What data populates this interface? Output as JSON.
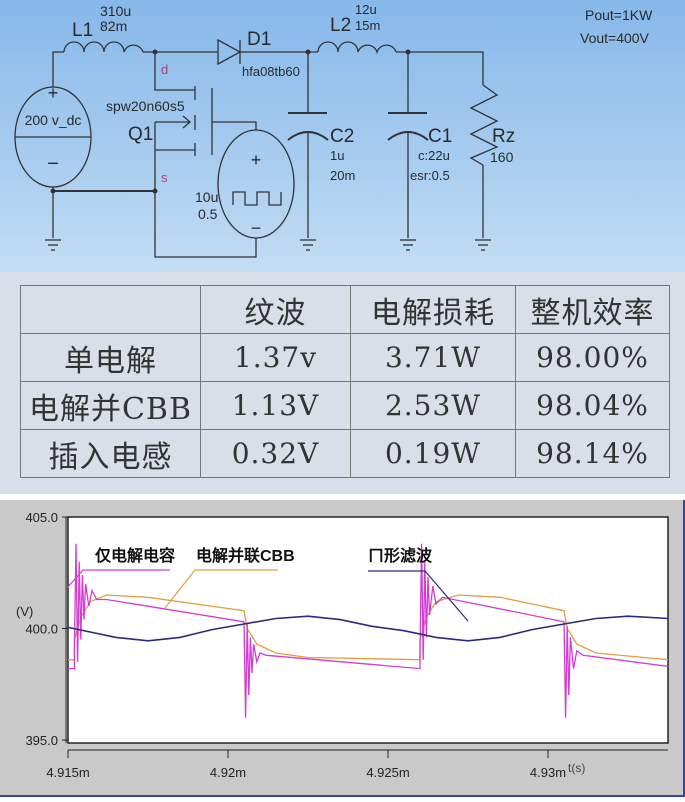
{
  "circuit": {
    "source": {
      "value": "200 v_dc",
      "plus": "+",
      "minus": "−"
    },
    "L1": {
      "name": "L1",
      "inductance": "310u",
      "resistance": "82m"
    },
    "D1": {
      "name": "D1",
      "part": "hfa08tb60"
    },
    "L2": {
      "name": "L2",
      "inductance": "12u",
      "resistance": "15m"
    },
    "spec": {
      "pout": "Pout=1KW",
      "vout": "Vout=400V"
    },
    "Q1": {
      "name": "Q1",
      "part": "spw20n60s5",
      "drain": "d",
      "source": "s"
    },
    "pulse": {
      "period": "10u",
      "duty": "0.5",
      "plus": "+",
      "minus": "−"
    },
    "C2": {
      "name": "C2",
      "cap": "1u",
      "esr": "20m"
    },
    "C1": {
      "name": "C1",
      "cap": "c:22u",
      "esr": "esr:0.5"
    },
    "Rz": {
      "name": "Rz",
      "value": "160"
    }
  },
  "table": {
    "headers": [
      "",
      "纹波",
      "电解损耗",
      "整机效率"
    ],
    "rows": [
      [
        "单电解",
        "1.37v",
        "3.71W",
        "98.00%"
      ],
      [
        "电解并CBB",
        "1.13V",
        "2.53W",
        "98.04%"
      ],
      [
        "插入电感",
        "0.32V",
        "0.19W",
        "98.14%"
      ]
    ]
  },
  "chart_data": {
    "type": "line",
    "ylabel": "(V)",
    "xlabel": "t(s)",
    "ylim": [
      395.0,
      405.0
    ],
    "xlim": [
      4.915,
      4.93375
    ],
    "yticks": [
      "405.0",
      "400.0",
      "395.0"
    ],
    "ytick_values": [
      405,
      400,
      395
    ],
    "xticks": [
      "4.915m",
      "4.92m",
      "4.925m",
      "4.93m"
    ],
    "xtick_values": [
      4.915,
      4.92,
      4.925,
      4.93
    ],
    "series": [
      {
        "name": "仅电解电容",
        "color": "#d23cd2",
        "x": [
          4.915,
          4.9152,
          4.9152,
          4.91525,
          4.9153,
          4.91535,
          4.9154,
          4.91545,
          4.9155,
          4.91555,
          4.91565,
          4.91575,
          4.9159,
          4.9162,
          4.9205,
          4.92055,
          4.9206,
          4.92065,
          4.9207,
          4.92075,
          4.9208,
          4.9209,
          4.921,
          4.9212,
          4.926,
          4.926,
          4.92605,
          4.9261,
          4.92615,
          4.9262,
          4.92625,
          4.9263,
          4.9264,
          4.9265,
          4.9267,
          4.9305,
          4.93055,
          4.9306,
          4.93065,
          4.9307,
          4.9308,
          4.9309,
          4.9311,
          4.93375
        ],
        "y": [
          398.2,
          398.2,
          399.0,
          403.8,
          398.5,
          403.0,
          399.5,
          402.4,
          400.4,
          402.0,
          401.0,
          401.7,
          401.3,
          401.3,
          400.3,
          396.0,
          400.2,
          397.0,
          399.6,
          398.0,
          399.3,
          398.5,
          398.9,
          398.8,
          398.2,
          399.0,
          403.8,
          398.6,
          403.0,
          399.6,
          402.3,
          400.6,
          401.9,
          401.1,
          401.4,
          400.3,
          396.0,
          400.1,
          397.0,
          399.6,
          398.2,
          399.0,
          398.8,
          398.3
        ]
      },
      {
        "name": "电解并联CBB",
        "color": "#e0a040",
        "x": [
          4.915,
          4.9152,
          4.9152,
          4.9154,
          4.9157,
          4.9162,
          4.9175,
          4.9205,
          4.9206,
          4.9209,
          4.9215,
          4.9225,
          4.926,
          4.926,
          4.9262,
          4.9265,
          4.9272,
          4.9285,
          4.9305,
          4.9306,
          4.9309,
          4.9315,
          4.93375
        ],
        "y": [
          398.6,
          398.6,
          399.5,
          400.5,
          401.2,
          401.5,
          401.4,
          400.8,
          400.0,
          399.3,
          398.9,
          398.7,
          398.6,
          399.5,
          400.5,
          401.2,
          401.5,
          401.4,
          400.8,
          400.0,
          399.3,
          398.9,
          398.6
        ]
      },
      {
        "name": "ㄇ形滤波",
        "color": "#2a2a80",
        "x": [
          4.915,
          4.9165,
          4.9175,
          4.9185,
          4.9195,
          4.9205,
          4.9215,
          4.9225,
          4.9235,
          4.9245,
          4.9255,
          4.9265,
          4.9275,
          4.9285,
          4.9295,
          4.9305,
          4.9315,
          4.9325,
          4.93375
        ],
        "y": [
          400.05,
          399.6,
          399.45,
          399.6,
          399.95,
          400.2,
          400.45,
          400.55,
          400.4,
          400.1,
          399.9,
          399.6,
          399.45,
          399.6,
          399.95,
          400.2,
          400.45,
          400.55,
          400.45
        ]
      }
    ]
  }
}
